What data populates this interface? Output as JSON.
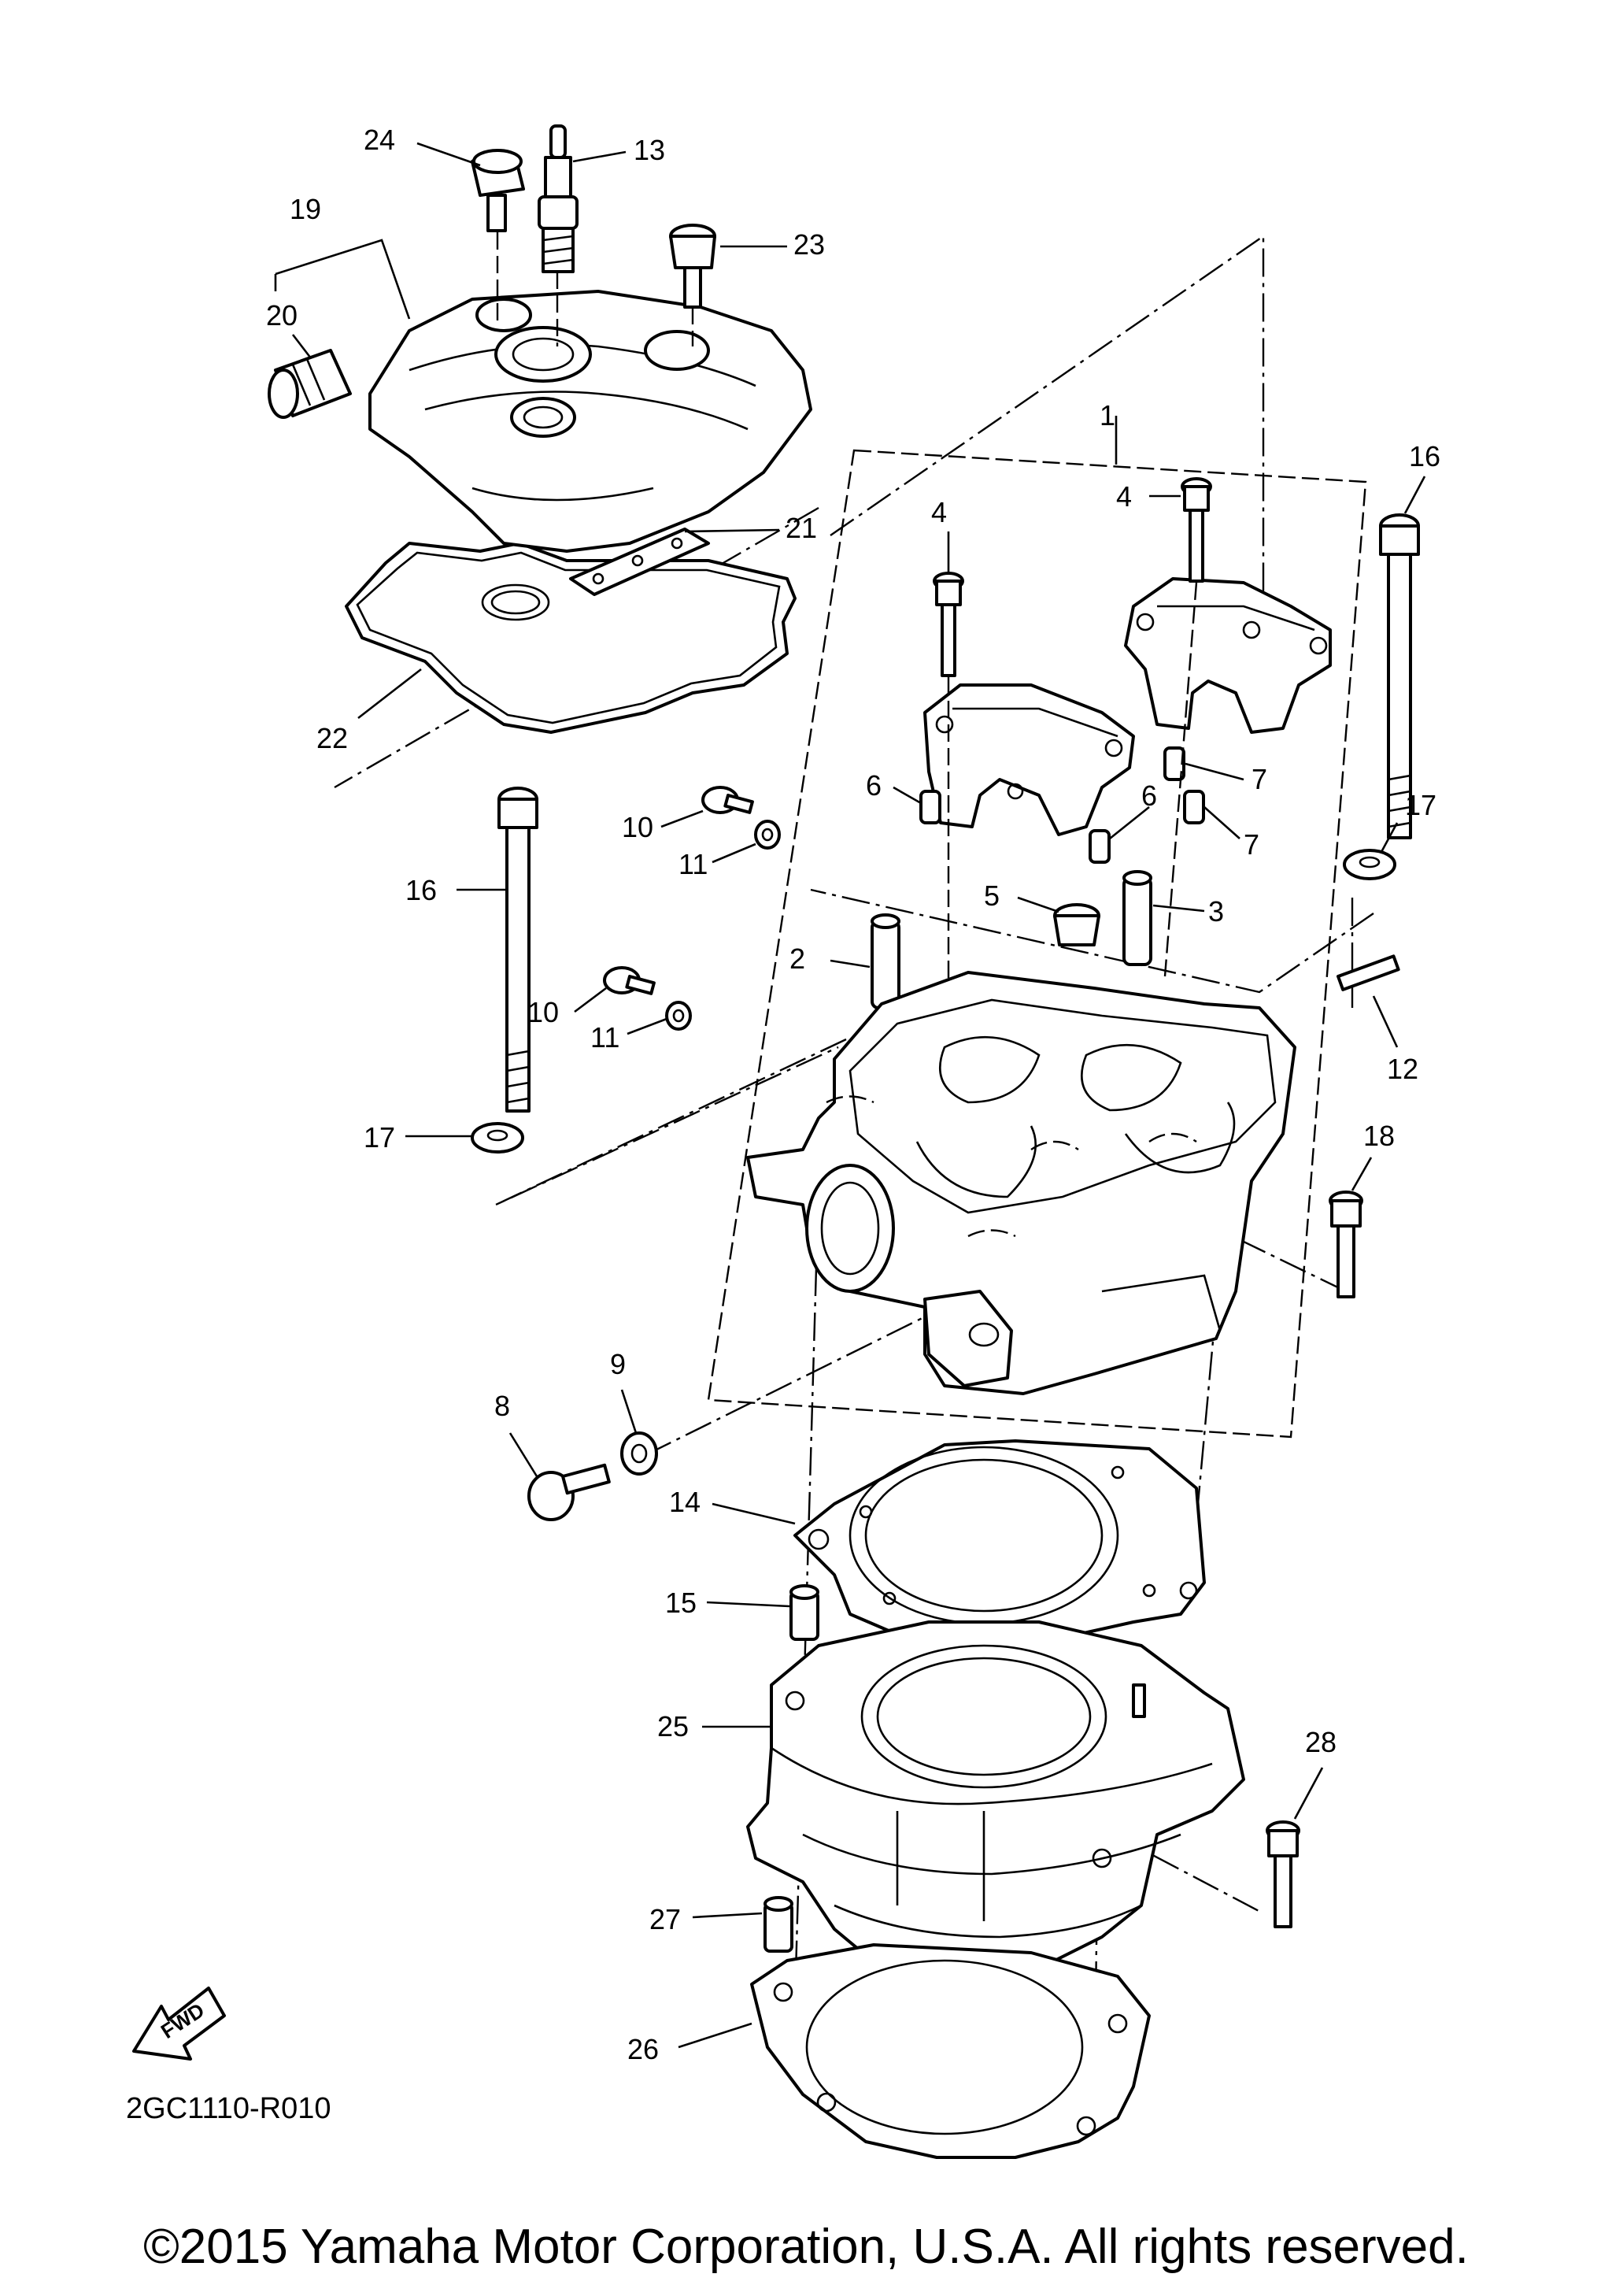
{
  "diagram": {
    "part_code": "2GC1110-R010",
    "fwd_label": "FWD",
    "copyright": "©2015 Yamaha Motor Corporation, U.S.A. All rights reserved.",
    "callouts": [
      {
        "id": "c24",
        "label": "24"
      },
      {
        "id": "c13",
        "label": "13"
      },
      {
        "id": "c19",
        "label": "19"
      },
      {
        "id": "c23",
        "label": "23"
      },
      {
        "id": "c20",
        "label": "20"
      },
      {
        "id": "c1",
        "label": "1"
      },
      {
        "id": "c16a",
        "label": "16"
      },
      {
        "id": "c4a",
        "label": "4"
      },
      {
        "id": "c4b",
        "label": "4"
      },
      {
        "id": "c21",
        "label": "21"
      },
      {
        "id": "c22",
        "label": "22"
      },
      {
        "id": "c6a",
        "label": "6"
      },
      {
        "id": "c7a",
        "label": "7"
      },
      {
        "id": "c6b",
        "label": "6"
      },
      {
        "id": "c7b",
        "label": "7"
      },
      {
        "id": "c10a",
        "label": "10"
      },
      {
        "id": "c17a",
        "label": "17"
      },
      {
        "id": "c11a",
        "label": "11"
      },
      {
        "id": "c16b",
        "label": "16"
      },
      {
        "id": "c5",
        "label": "5"
      },
      {
        "id": "c3",
        "label": "3"
      },
      {
        "id": "c2",
        "label": "2"
      },
      {
        "id": "c12",
        "label": "12"
      },
      {
        "id": "c10b",
        "label": "10"
      },
      {
        "id": "c11b",
        "label": "11"
      },
      {
        "id": "c17b",
        "label": "17"
      },
      {
        "id": "c18",
        "label": "18"
      },
      {
        "id": "c9",
        "label": "9"
      },
      {
        "id": "c8",
        "label": "8"
      },
      {
        "id": "c14",
        "label": "14"
      },
      {
        "id": "c15",
        "label": "15"
      },
      {
        "id": "c25",
        "label": "25"
      },
      {
        "id": "c28",
        "label": "28"
      },
      {
        "id": "c27",
        "label": "27"
      },
      {
        "id": "c26",
        "label": "26"
      }
    ]
  }
}
